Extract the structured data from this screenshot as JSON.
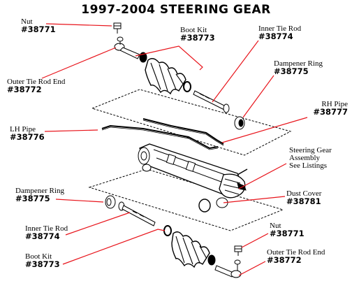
{
  "title": "1997-2004 STEERING GEAR",
  "callouts": {
    "nut_top": {
      "name": "Nut",
      "part": "#38771"
    },
    "outer_tie_rod_end_top": {
      "name": "Outer Tie Rod End",
      "part": "#38772"
    },
    "boot_kit_top": {
      "name": "Boot Kit",
      "part": "#38773"
    },
    "inner_tie_rod_top": {
      "name": "Inner Tie Rod",
      "part": "#38774"
    },
    "dampener_ring_top": {
      "name": "Dampener Ring",
      "part": "#38775"
    },
    "rh_pipe": {
      "name": "RH Pipe",
      "part": "#38777"
    },
    "lh_pipe": {
      "name": "LH Pipe",
      "part": "#38776"
    },
    "steering_gear": {
      "lines": [
        "Steering Gear",
        "Assembly",
        "See Listings"
      ]
    },
    "dust_cover": {
      "name": "Dust Cover",
      "part": "#38781"
    },
    "dampener_ring_bottom": {
      "name": "Dampener Ring",
      "part": "#38775"
    },
    "inner_tie_rod_bottom": {
      "name": "Inner Tie Rod",
      "part": "#38774"
    },
    "nut_bottom": {
      "name": "Nut",
      "part": "#38771"
    },
    "boot_kit_bottom": {
      "name": "Boot Kit",
      "part": "#38773"
    },
    "outer_tie_rod_end_bottom": {
      "name": "Outer Tie Rod End",
      "part": "#38772"
    }
  },
  "colors": {
    "leader": "#e8141b",
    "ink": "#000000"
  }
}
